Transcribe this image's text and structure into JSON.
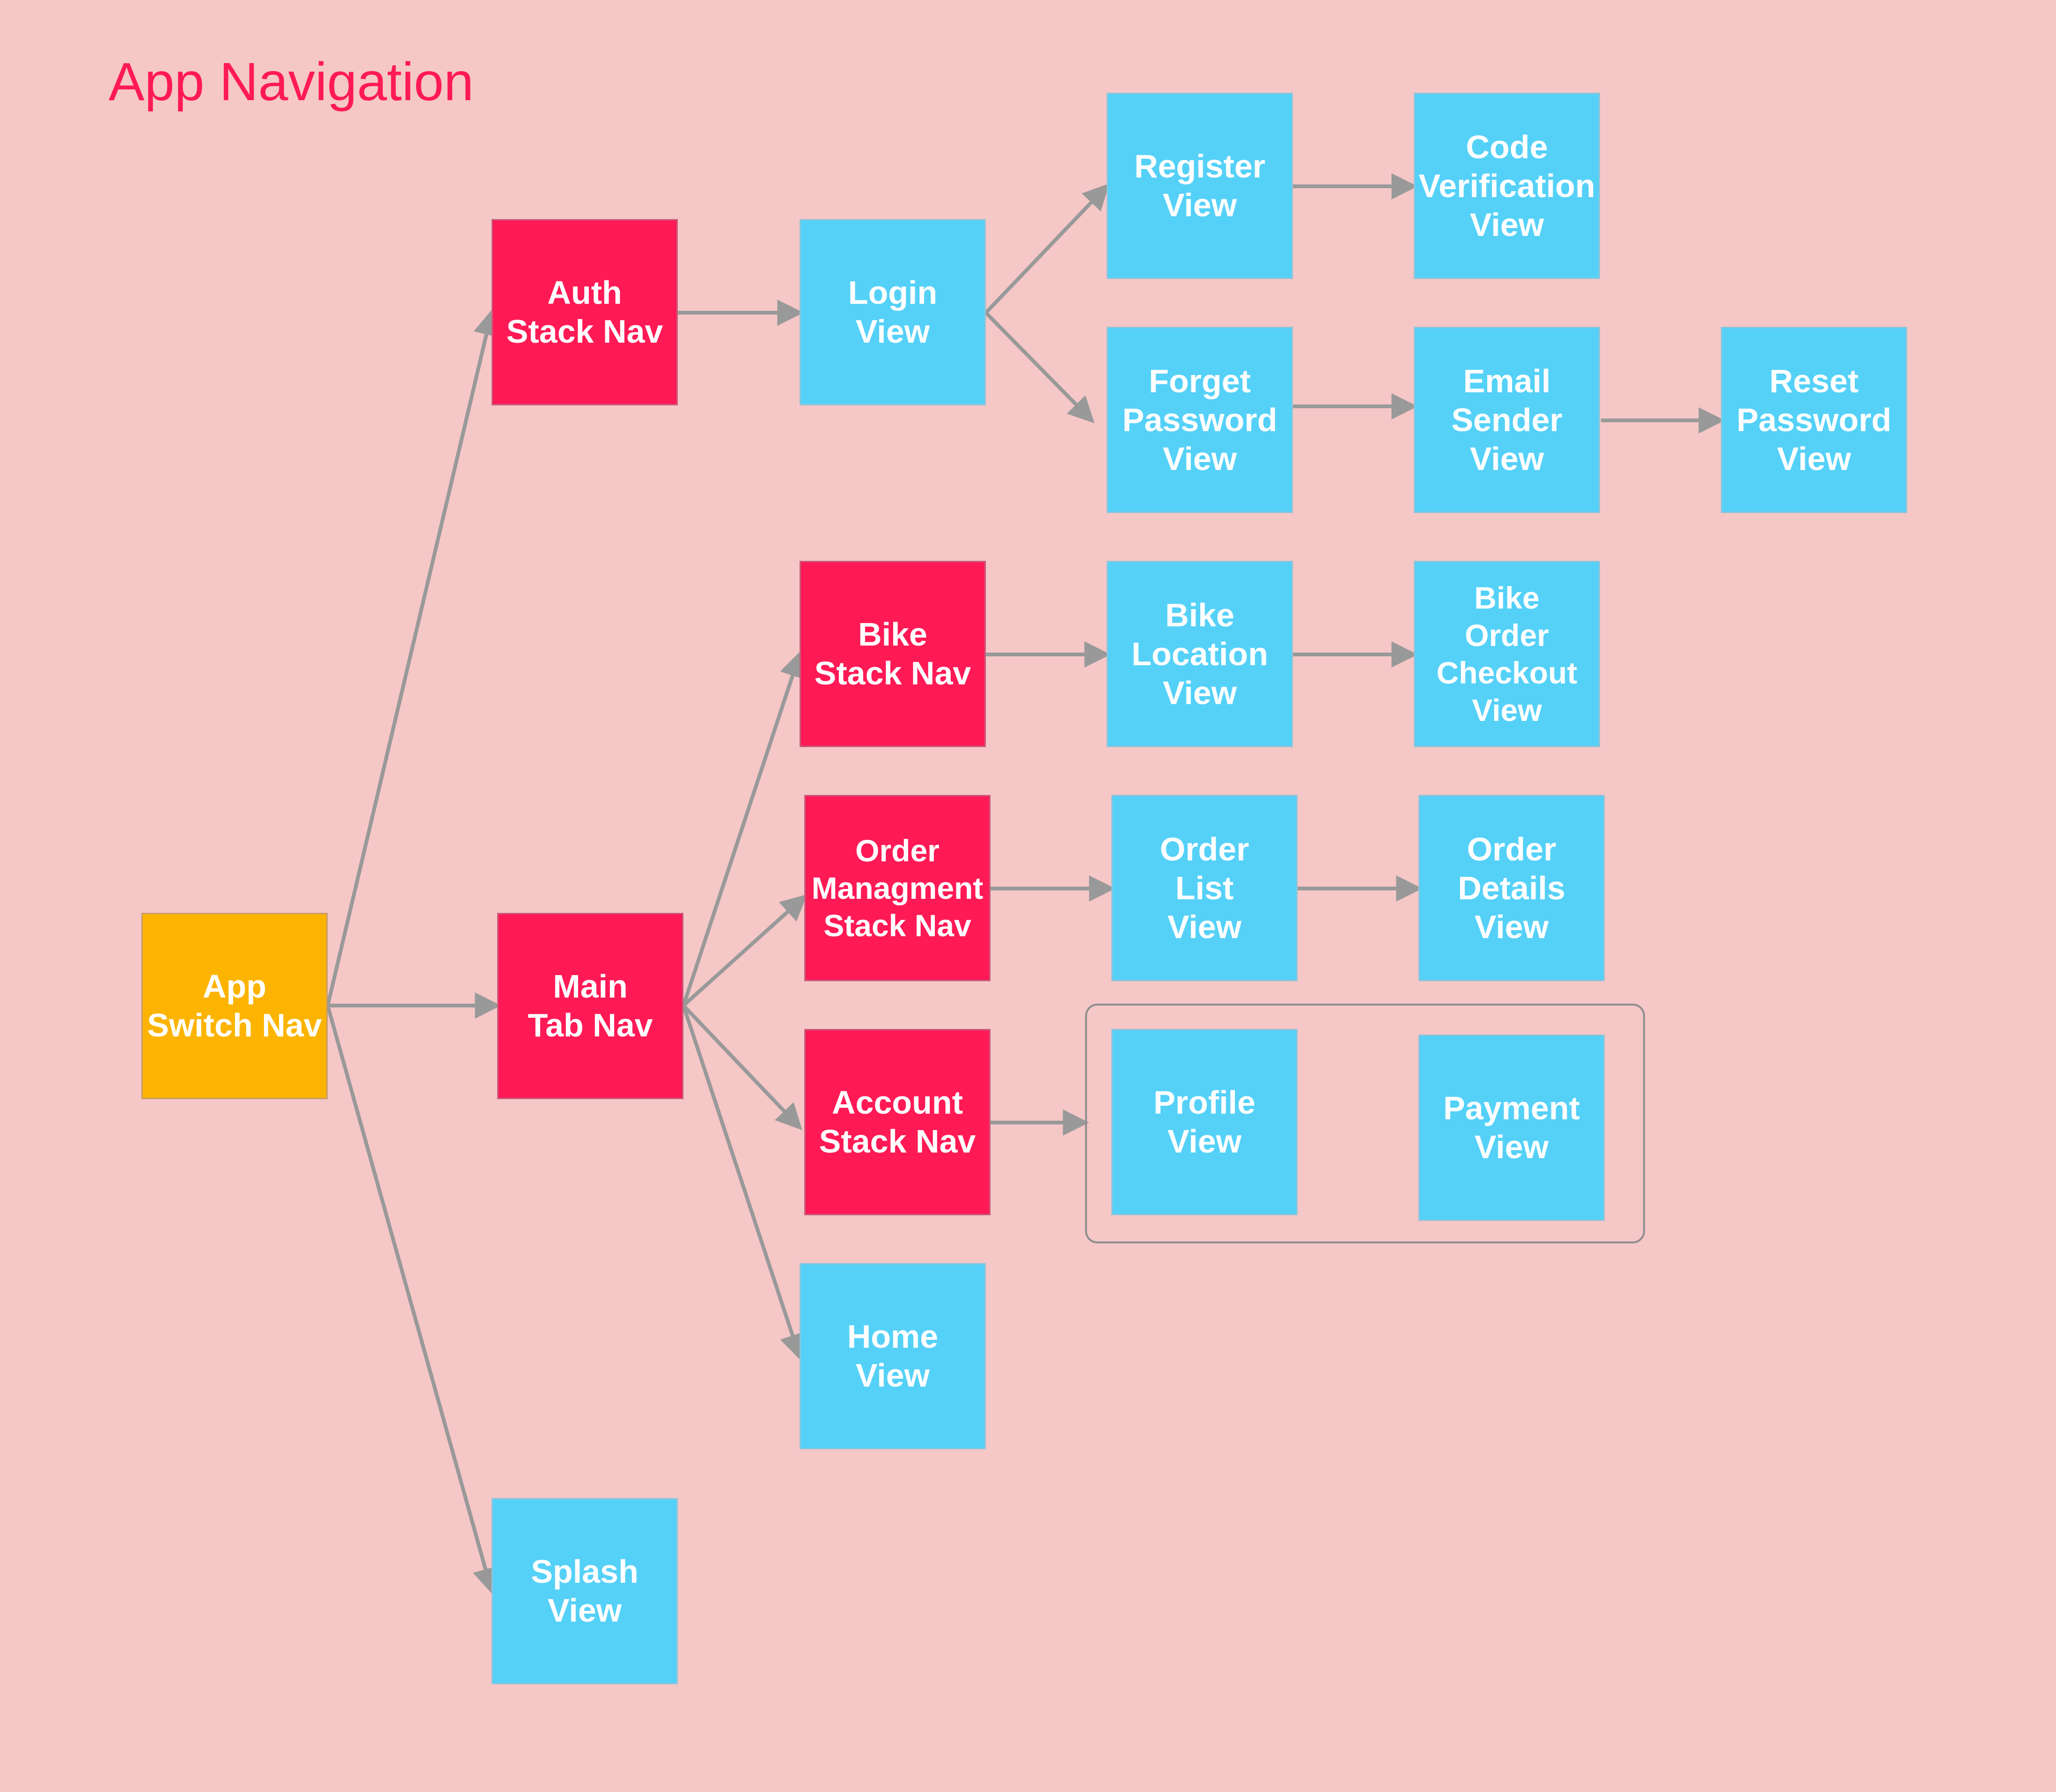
{
  "title": "App Navigation",
  "colors": {
    "background": "#f5c7c7",
    "title": "#ff1a56",
    "nav_node": "#ff1a56",
    "view_node": "#55d1f8",
    "root_node": "#fcb400",
    "edge": "#999999",
    "node_text": "#ffffff"
  },
  "nodes": {
    "app_switch_nav": "App\nSwitch Nav",
    "auth_stack_nav": "Auth\nStack Nav",
    "main_tab_nav": "Main\nTab Nav",
    "splash_view": "Splash\nView",
    "login_view": "Login\nView",
    "register_view": "Register\nView",
    "code_verification_view": "Code\nVerification\nView",
    "forget_password_view": "Forget\nPassword\nView",
    "email_sender_view": "Email\nSender\nView",
    "reset_password_view": "Reset\nPassword\nView",
    "bike_stack_nav": "Bike\nStack Nav",
    "bike_location_view": "Bike\nLocation\nView",
    "bike_order_checkout_view": "Bike\nOrder\nCheckout\nView",
    "order_managment_stack_nav": "Order\nManagment\nStack Nav",
    "order_list_view": "Order\nList\nView",
    "order_details_view": "Order\nDetails\nView",
    "account_stack_nav": "Account\nStack Nav",
    "profile_view": "Profile\nView",
    "payment_view": "Payment\nView",
    "home_view": "Home\nView"
  }
}
